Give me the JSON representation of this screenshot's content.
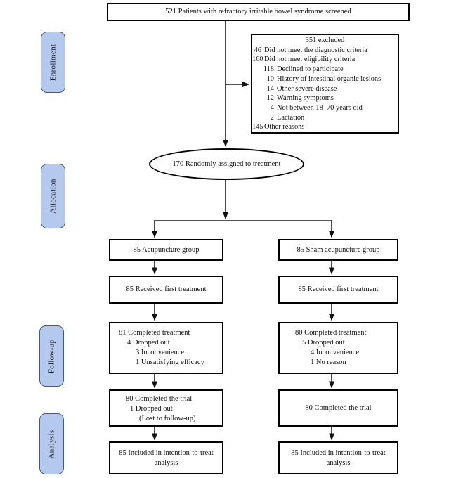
{
  "colors": {
    "stage_fill": "#b5c9ee",
    "stage_border": "#48587e",
    "box_border": "#000000",
    "line_color": "#1a1a1a"
  },
  "stage_labels": [
    {
      "label": "Enrollment"
    },
    {
      "label": "Allocation"
    },
    {
      "label": "Follow-up"
    },
    {
      "label": "Analysis"
    }
  ],
  "screened_box": {
    "text": "521 Patients with refractory irritable bowel syndrome screened"
  },
  "excluded_box": {
    "title": "351 excluded",
    "items": [
      {
        "num": "46",
        "label": "Did not meet the diagnostic criteria",
        "level": 1
      },
      {
        "num": "160",
        "label": "Did not meet eligibility criteria",
        "level": 1
      },
      {
        "num": "118",
        "label": "Declined to participate",
        "level": 2
      },
      {
        "num": "10",
        "label": "History of intestinal organic lesions",
        "level": 2
      },
      {
        "num": "14",
        "label": "Other severe disease",
        "level": 2
      },
      {
        "num": "12",
        "label": "Warning symptoms",
        "level": 2
      },
      {
        "num": "4",
        "label": "Not between 18–70 years old",
        "level": 2
      },
      {
        "num": "2",
        "label": "Lactation",
        "level": 2
      },
      {
        "num": "145",
        "label": "Other reasons",
        "level": 1
      }
    ]
  },
  "randomized_ellipse": {
    "text": "170 Randomly assigned to treatment"
  },
  "left_column": {
    "group_box": "85 Acupuncture group",
    "first_treatment_box": "85 Received first treatment",
    "completed_treatment_box": {
      "lines": [
        {
          "text": "81 Completed treatment"
        },
        {
          "text": "4 Dropped out"
        },
        {
          "text": "3 Inconvenience"
        },
        {
          "text": "1 Unsatisfying efficacy"
        }
      ]
    },
    "completed_trial_box": {
      "lines": [
        {
          "text": "80 Completed the trial"
        },
        {
          "text": "1 Dropped out"
        },
        {
          "text": "(Lost to follow-up)"
        }
      ]
    },
    "itt_box": "85 Included in intention-to-treat analysis"
  },
  "right_column": {
    "group_box": "85 Sham acupuncture group",
    "first_treatment_box": "85 Received first treatment",
    "completed_treatment_box": {
      "lines": [
        {
          "text": "80 Completed treatment"
        },
        {
          "text": "5 Dropped out"
        },
        {
          "text": "4 Inconvenience"
        },
        {
          "text": "1 No reason"
        }
      ]
    },
    "completed_trial_box": "80 Completed the trial",
    "itt_box": "85 Included in intention-to-treat analysis"
  }
}
